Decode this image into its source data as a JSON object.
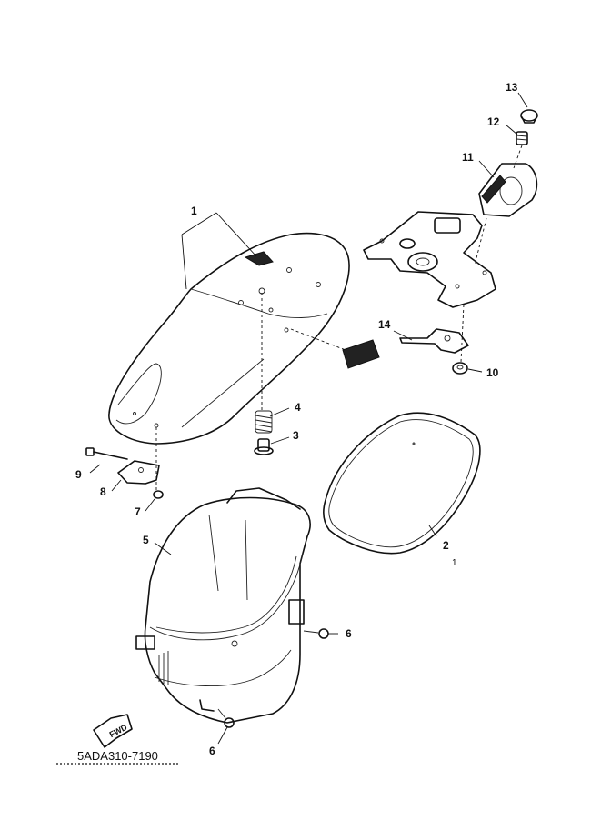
{
  "callouts": {
    "c1": "1",
    "c2": "2",
    "c2_sub": "1",
    "c3": "3",
    "c4": "4",
    "c5": "5",
    "c6a": "6",
    "c6b": "6",
    "c7": "7",
    "c8": "8",
    "c9": "9",
    "c10": "10",
    "c11": "11",
    "c12": "12",
    "c13": "13",
    "c14": "14"
  },
  "fwd_label": "FWD",
  "diagram_code": "5ADA310-7190",
  "small_print": "(small illegible print line)"
}
